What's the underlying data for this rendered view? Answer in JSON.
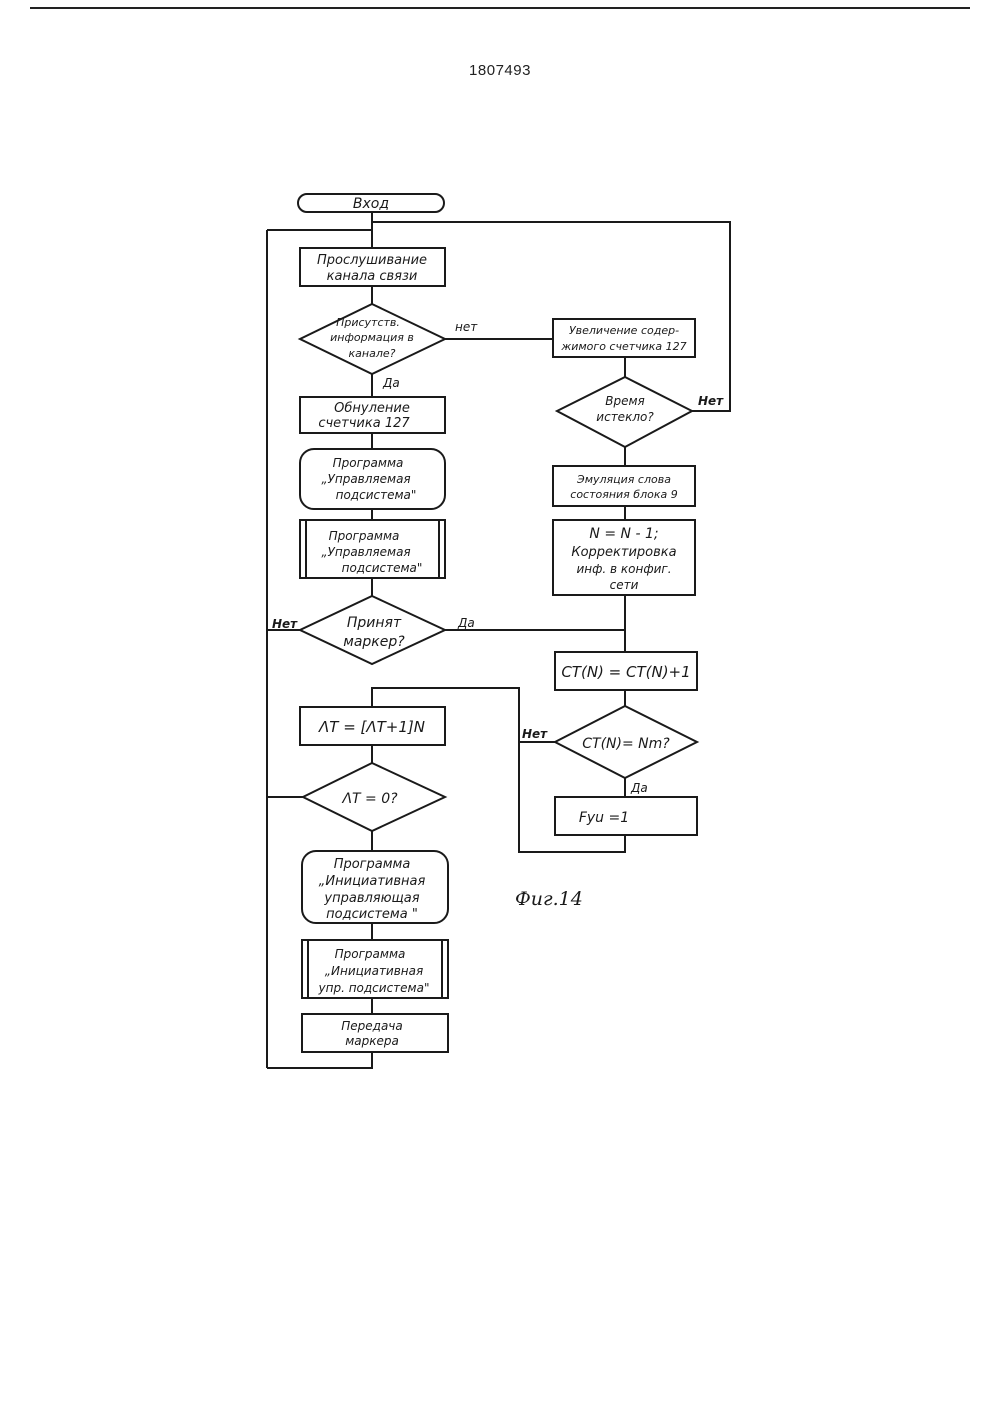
{
  "header": {
    "patent_number": "1807493"
  },
  "figure": {
    "caption": "Фиг.14"
  },
  "flowchart": {
    "entry": "Вход",
    "listen_channel": [
      "Прослушивание",
      "канала связи"
    ],
    "info_present": [
      "Присутств.",
      "информация в",
      "канале?"
    ],
    "increment_counter": [
      "Увеличение содер-",
      "жимого счетчика 127"
    ],
    "time_expired": [
      "Время",
      "истекло?"
    ],
    "reset_counter": [
      "Обнуление",
      "счетчика 127"
    ],
    "emulation": [
      "Эмуляция слова",
      "состояния блока 9"
    ],
    "program_managed_1": [
      "Программа",
      "„Управляемая",
      "подсистема\""
    ],
    "program_managed_2": [
      "Программа",
      "„Управляемая",
      "подсистема\""
    ],
    "correction": [
      "N = N - 1;",
      "Корректировка",
      "инф. в конфиг.",
      "сети"
    ],
    "marker_received": [
      "Принят",
      "маркер?"
    ],
    "ct_increment": "CT(N) = CT(N)+1",
    "dt_formula": "ΛT = [ΛT+1]N",
    "ct_compare": "CT(N)= Nm?",
    "dt_zero": "ΛT = 0?",
    "fyu": "Fyu =1",
    "program_initiative_1": [
      "Программа",
      "„Инициативная",
      "управляющая",
      "подсистема \""
    ],
    "program_initiative_2": [
      "Программа",
      "„Инициативная",
      "упр. подсистема\""
    ],
    "pass_marker": [
      "Передача",
      "маркера"
    ],
    "labels": {
      "yes": "Да",
      "no_lower": "нет",
      "no": "Нет"
    }
  }
}
